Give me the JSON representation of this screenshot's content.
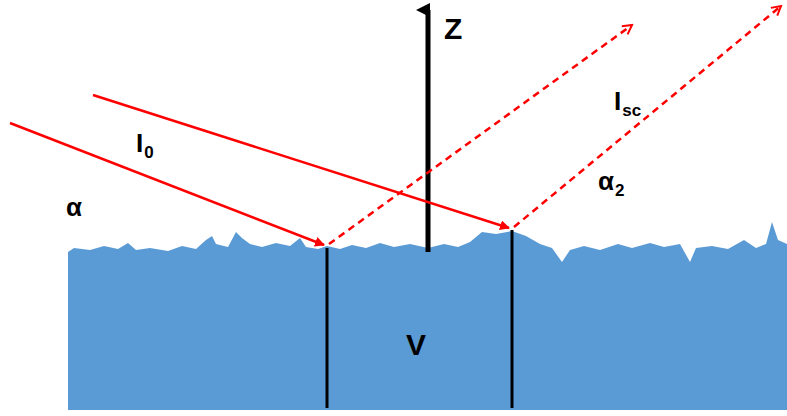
{
  "diagram": {
    "labels": [
      "Z",
      "I",
      "0",
      "α",
      "I",
      "sc",
      "α",
      "2",
      "V"
    ]
  }
}
